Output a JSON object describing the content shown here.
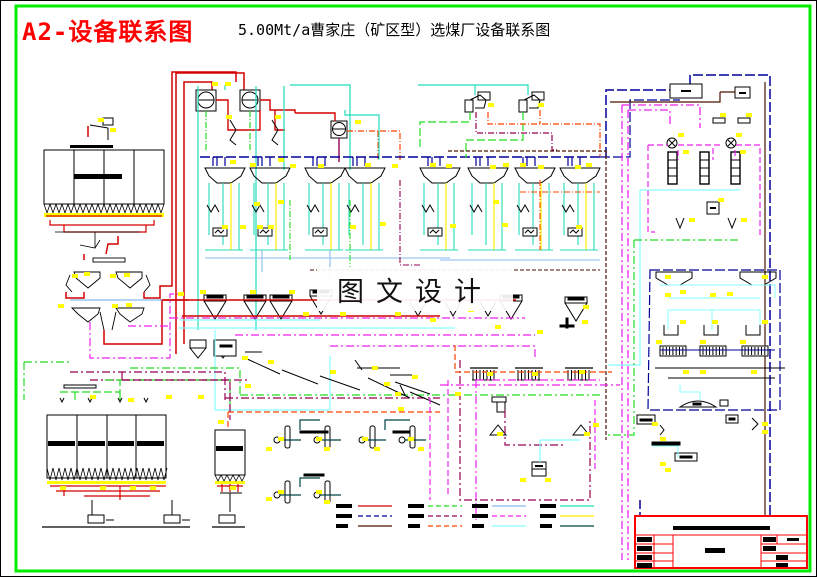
{
  "header": {
    "sheet_code": "A2-设备联系图",
    "drawing_title": "5.00Mt/a曹家庄（矿区型）选煤厂设备联系图"
  },
  "watermark": "图文设计",
  "colors": {
    "frame": "#00ee00",
    "title_block": "#ff0000",
    "label_tag": "#ffff00",
    "equipment": "#000000"
  },
  "legend": [
    {
      "label_redacted": true,
      "line_color": "#d40000",
      "line_style": "solid"
    },
    {
      "label_redacted": true,
      "line_color": "#000099",
      "line_style": "dashed"
    },
    {
      "label_redacted": true,
      "line_color": "#4a1500",
      "line_style": "solid"
    },
    {
      "label_redacted": true,
      "line_color": "#22dd22",
      "line_style": "dashed"
    },
    {
      "label_redacted": true,
      "line_color": "#990055",
      "line_style": "dashed"
    },
    {
      "label_redacted": true,
      "line_color": "#ff4400",
      "line_style": "dashed"
    },
    {
      "label_redacted": true,
      "line_color": "#88bbee",
      "line_style": "solid"
    },
    {
      "label_redacted": true,
      "line_color": "#ee22ee",
      "line_style": "dashed"
    },
    {
      "label_redacted": true,
      "line_color": "#88ffff",
      "line_style": "solid"
    },
    {
      "label_redacted": true,
      "line_color": "#22ddbb",
      "line_style": "solid"
    },
    {
      "label_redacted": true,
      "line_color": "#ffee00",
      "line_style": "solid"
    },
    {
      "label_redacted": true,
      "line_color": "#004444",
      "line_style": "solid"
    }
  ],
  "title_block": {
    "rows": 4,
    "content_redacted": true
  }
}
